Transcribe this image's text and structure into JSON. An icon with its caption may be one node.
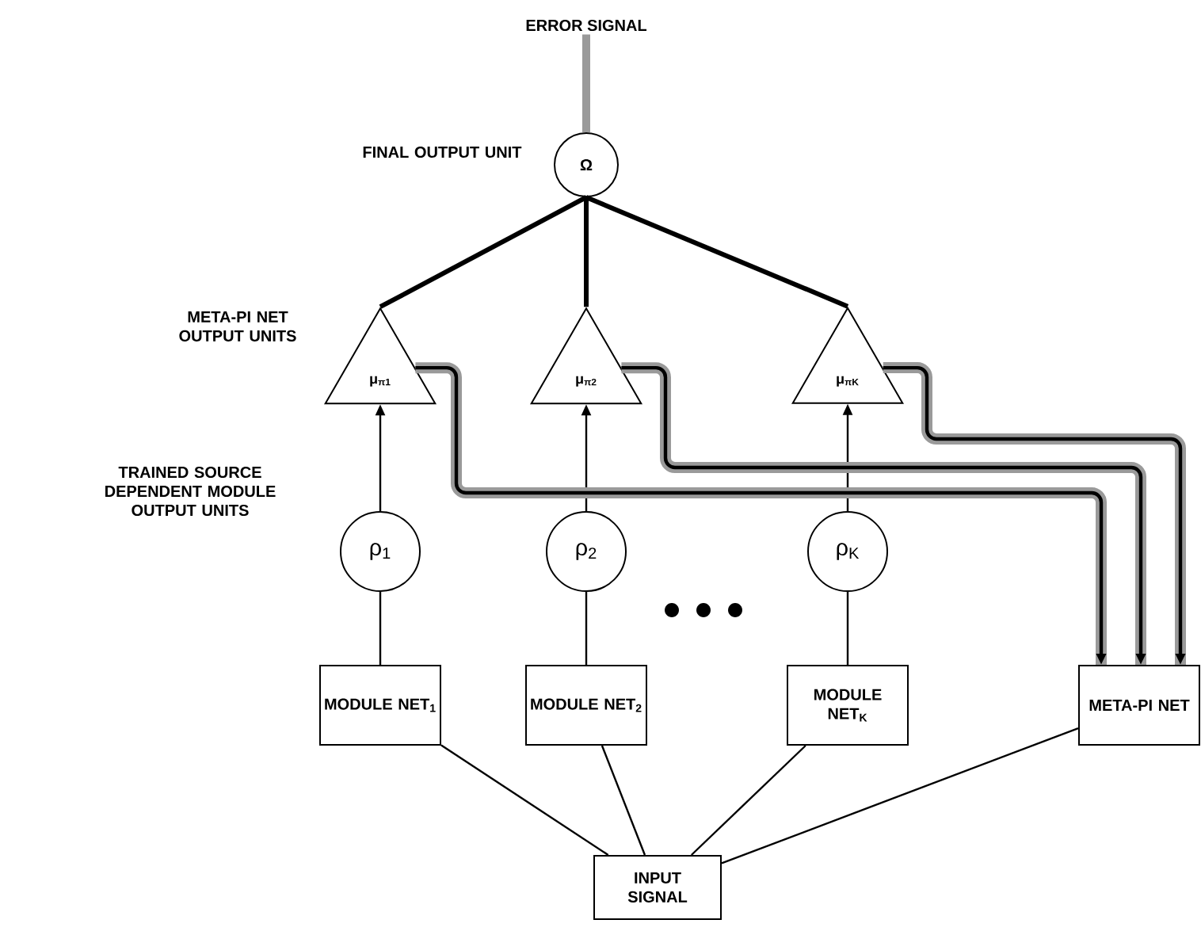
{
  "diagram": {
    "nodes": [
      {
        "text": [
          "ERROR SIGNAL"
        ]
      },
      {
        "text": [
          "Ω"
        ],
        "beside": [
          "FINAL OUTPUT UNIT"
        ]
      },
      {
        "text": [
          "μ$_{π1}$"
        ]
      },
      {
        "text": [
          "μ$_{π2}$"
        ]
      },
      {
        "text": [
          "μ$_{πK}$"
        ]
      },
      {
        "text": [
          "ρ$_{1}$"
        ]
      },
      {
        "text": [
          "ρ$_{2}$"
        ]
      },
      {
        "text": [
          "ρ$_{K}$"
        ]
      },
      {
        "text": [
          "MODULE NET$_{1}$"
        ]
      },
      {
        "text": [
          "MODULE NET$_{2}$"
        ]
      },
      {
        "text": [
          "MODULE NET$_{K}$"
        ]
      },
      {
        "text": [
          "META-PI NET"
        ]
      },
      {
        "text": [
          "INPUT SIGNAL"
        ]
      }
    ],
    "edges": [
      {
        "from": 1,
        "to": 0,
        "arrow": "none",
        "style": "thick",
        "color": "#9a9a9a"
      },
      {
        "from": 2,
        "to": 1,
        "arrow": "none",
        "style": "thick",
        "color": "#000000"
      },
      {
        "from": 3,
        "to": 1,
        "arrow": "none",
        "style": "thick",
        "color": "#000000"
      },
      {
        "from": 4,
        "to": 1,
        "arrow": "none",
        "style": "thick",
        "color": "#000000"
      },
      {
        "from": 5,
        "to": 2,
        "arrow": "to"
      },
      {
        "from": 6,
        "to": 3,
        "arrow": "to"
      },
      {
        "from": 7,
        "to": 4,
        "arrow": "to"
      },
      {
        "from": 8,
        "to": 5,
        "arrow": "none"
      },
      {
        "from": 9,
        "to": 6,
        "arrow": "none"
      },
      {
        "from": 10,
        "to": 7,
        "arrow": "none"
      },
      {
        "from": 2,
        "to": 11,
        "arrow": "to",
        "style": "thick",
        "color": "#9a9a9a"
      },
      {
        "from": 3,
        "to": 11,
        "arrow": "to",
        "style": "thick",
        "color": "#9a9a9a"
      },
      {
        "from": 4,
        "to": 11,
        "arrow": "to",
        "style": "thick",
        "color": "#9a9a9a"
      },
      {
        "from": 12,
        "to": 8,
        "arrow": "none"
      },
      {
        "from": 12,
        "to": 9,
        "arrow": "none"
      },
      {
        "from": 12,
        "to": 10,
        "arrow": "none"
      },
      {
        "from": 12,
        "to": 11,
        "arrow": "none"
      }
    ],
    "labels": [
      "META-PI NET OUTPUT UNITS",
      "TRAINED SOURCE DEPENDENT MODULE OUTPUT UNITS"
    ]
  }
}
